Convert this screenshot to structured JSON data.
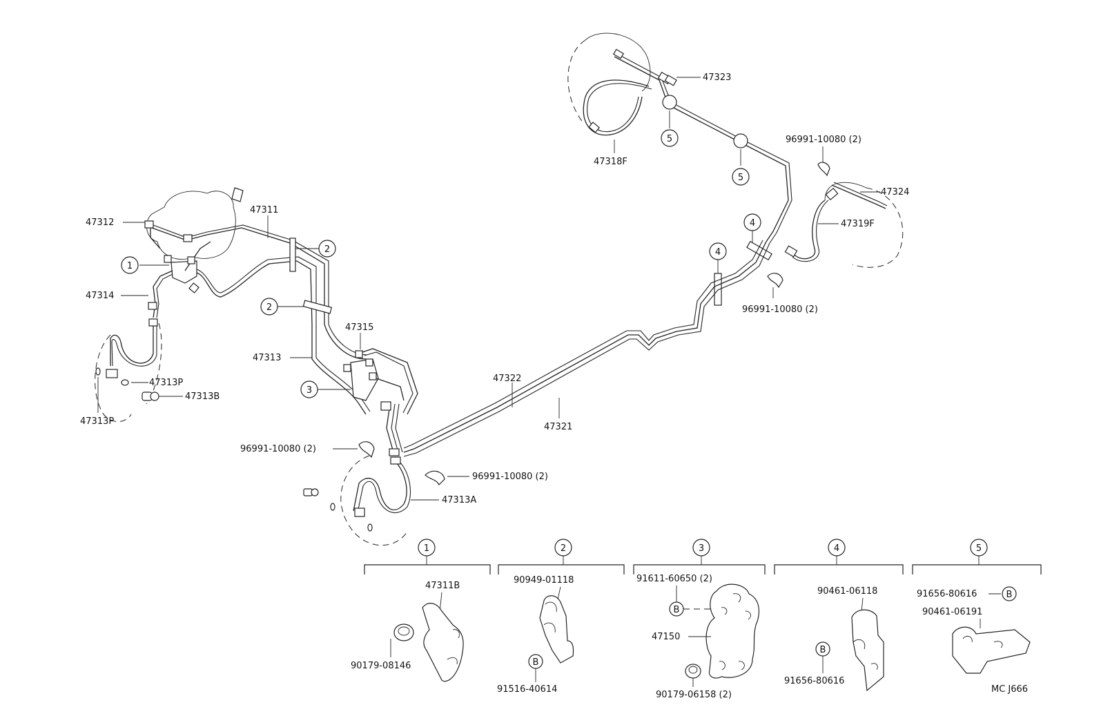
{
  "labels": {
    "p47323": "47323",
    "p47318F": "47318F",
    "p96991_top": "96991-10080 (2)",
    "p47324": "47324",
    "p47319F": "47319F",
    "p96991_right": "96991-10080 (2)",
    "p47312": "47312",
    "p47311": "47311",
    "p47314": "47314",
    "p47313": "47313",
    "p47315": "47315",
    "p47313P_a": "47313P",
    "p47313B": "47313B",
    "p47313P_b": "47313P",
    "p47322": "47322",
    "p47321": "47321",
    "p96991_left": "96991-10080 (2)",
    "p96991_mid": "96991-10080 (2)",
    "p47313A": "47313A"
  },
  "callouts": {
    "c1": "1",
    "c2": "2",
    "c3": "3",
    "c4": "4",
    "c5": "5"
  },
  "detail_groups": {
    "g1": {
      "number": "1",
      "parts": [
        "47311B",
        "90179-08146"
      ]
    },
    "g2": {
      "number": "2",
      "parts": [
        "90949-01118",
        "91516-40614"
      ],
      "marker": "B"
    },
    "g3": {
      "number": "3",
      "parts": [
        "91611-60650 (2)",
        "47150",
        "90179-06158 (2)"
      ],
      "marker": "B"
    },
    "g4": {
      "number": "4",
      "parts": [
        "90461-06118",
        "91656-80616"
      ],
      "marker": "B"
    },
    "g5": {
      "number": "5",
      "parts": [
        "91656-80616",
        "90461-06191"
      ],
      "marker": "B"
    }
  },
  "diagram_code": "MC J666"
}
